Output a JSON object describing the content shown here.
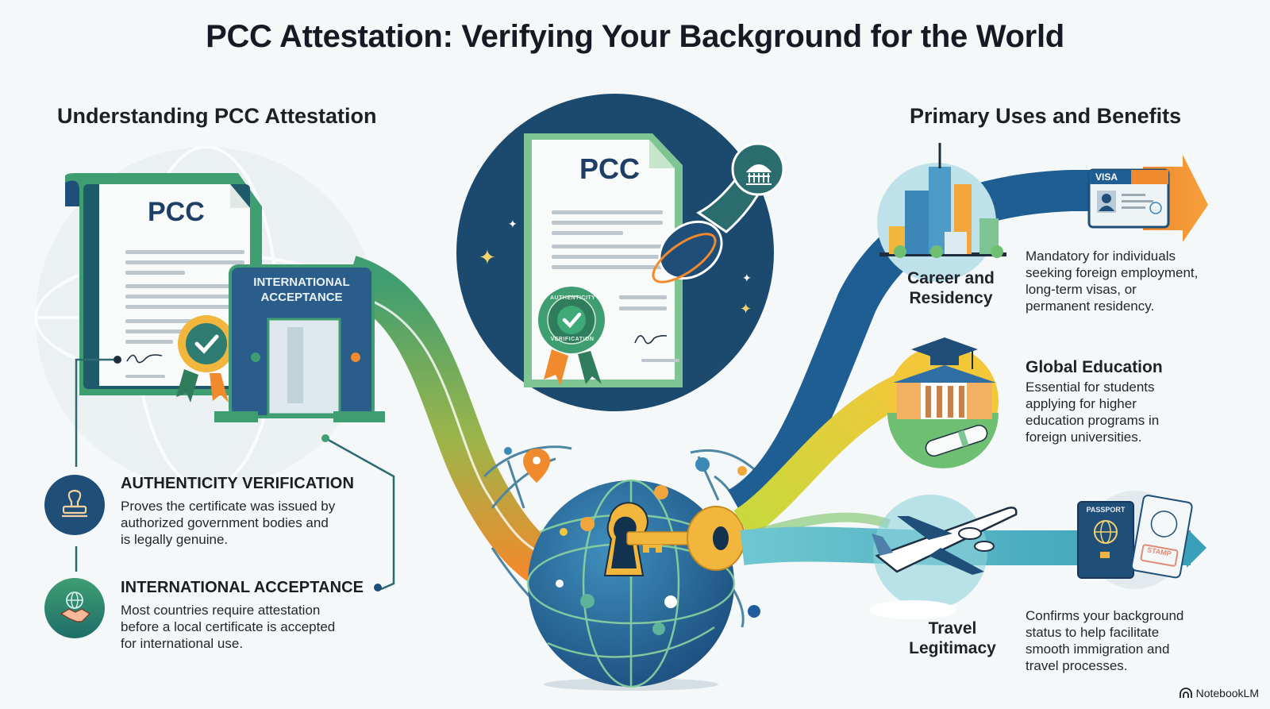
{
  "title": "PCC Attestation: Verifying Your Background for the World",
  "left_section": {
    "heading": "Understanding PCC Attestation",
    "certificate_label": "PCC",
    "gate_label_line1": "INTERNATIONAL",
    "gate_label_line2": "ACCEPTANCE",
    "features": [
      {
        "icon": "stamp-icon",
        "title": "AUTHENTICITY VERIFICATION",
        "description_lines": [
          "Proves the certificate was issued by",
          "authorized government bodies and",
          "is legally genuine."
        ]
      },
      {
        "icon": "globe-handshake-icon",
        "title": "INTERNATIONAL ACCEPTANCE",
        "description_lines": [
          "Most countries require attestation",
          "before a local certificate is accepted",
          "for international use."
        ]
      }
    ]
  },
  "center": {
    "certificate_label": "PCC",
    "seal_text_top": "AUTHENTICITY",
    "seal_text_bottom": "VERIFICATION",
    "globe": "globe-key-icon"
  },
  "right_section": {
    "heading": "Primary Uses and Benefits",
    "benefits": [
      {
        "title_line1": "Career and",
        "title_line2": "Residency",
        "description_lines": [
          "Mandatory for individuals",
          "seeking foreign employment,",
          "long-term visas, or",
          "permanent residency."
        ],
        "card_label": "VISA"
      },
      {
        "title": "Global Education",
        "description_lines": [
          "Essential for students",
          "applying for higher",
          "education programs in",
          "foreign universities."
        ]
      },
      {
        "title_line1": "Travel",
        "title_line2": "Legitimacy",
        "description_lines": [
          "Confirms your background",
          "status to help facilitate",
          "smooth immigration and",
          "travel processes."
        ],
        "passport_label": "PASSPORT",
        "stamp_label": "STAMP"
      }
    ]
  },
  "brand": "NotebookLM",
  "colors": {
    "navy": "#1f4e79",
    "dark_navy": "#17395c",
    "green": "#3e9e72",
    "light_green": "#8cc97a",
    "orange": "#f08a2c",
    "gold": "#f3b63d",
    "teal": "#3aa3b8",
    "text": "#1c1f24"
  }
}
